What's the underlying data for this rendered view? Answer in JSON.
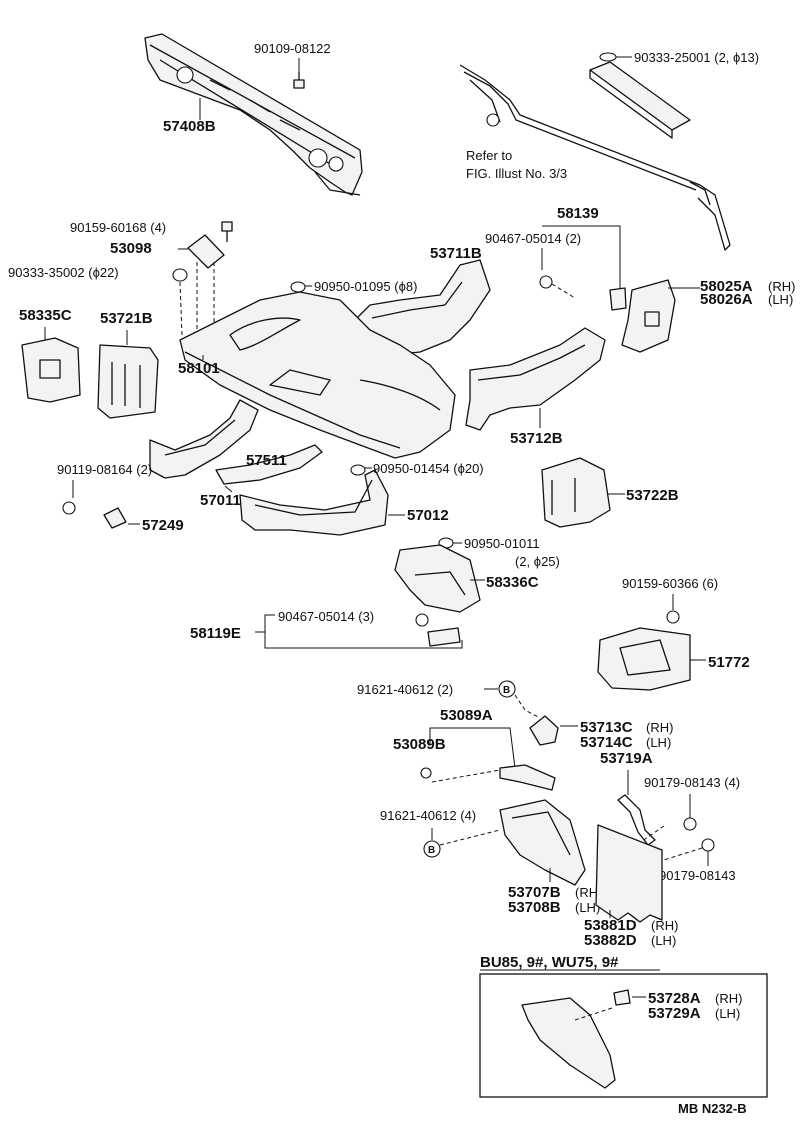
{
  "labels": {
    "p57408B": "57408B",
    "p90109": "90109-08122",
    "refer1": "Refer to",
    "refer2": "FIG. Illust No. 3/3",
    "p90333_25001": "90333-25001 (2, ϕ13)",
    "p90159_60168": "90159-60168 (4)",
    "p53098": "53098",
    "p90333_35002": "90333-35002 (ϕ22)",
    "p58139": "58139",
    "p90467_a": "90467-05014 (2)",
    "p53711B": "53711B",
    "p90950_01095": "90950-01095 (ϕ8)",
    "p58025A": "58025A",
    "rh": "(RH)",
    "p58026A": "58026A",
    "lh": "(LH)",
    "p58335C": "58335C",
    "p53721B": "53721B",
    "p58101": "58101",
    "p53712B": "53712B",
    "p57511": "57511",
    "p90119": "90119-08164 (2)",
    "p90950_01454": "90950-01454 (ϕ20)",
    "p57011": "57011",
    "p57012": "57012",
    "p53722B": "53722B",
    "p57249": "57249",
    "p90950_01011": "90950-01011",
    "p90950_01011b": "(2, ϕ25)",
    "p58336C": "58336C",
    "p90467_b": "90467-05014 (3)",
    "p58119E": "58119E",
    "p90159_60366": "90159-60366 (6)",
    "p51772": "51772",
    "p91621_a": "91621-40612 (2)",
    "b": "B",
    "p53089A": "53089A",
    "p53713C": "53713C",
    "p53714C": "53714C",
    "p53089B": "53089B",
    "p53719A": "53719A",
    "p90179_a": "90179-08143 (4)",
    "p91621_b": "91621-40612 (4)",
    "p90179_b": "90179-08143",
    "p53707B": "53707B",
    "p53708B": "53708B",
    "p53881D": "53881D",
    "p53882D": "53882D",
    "box_title": "BU85, 9#, WU75, 9#",
    "p53728A": "53728A",
    "p53729A": "53729A",
    "footer": "MB N232-B"
  }
}
